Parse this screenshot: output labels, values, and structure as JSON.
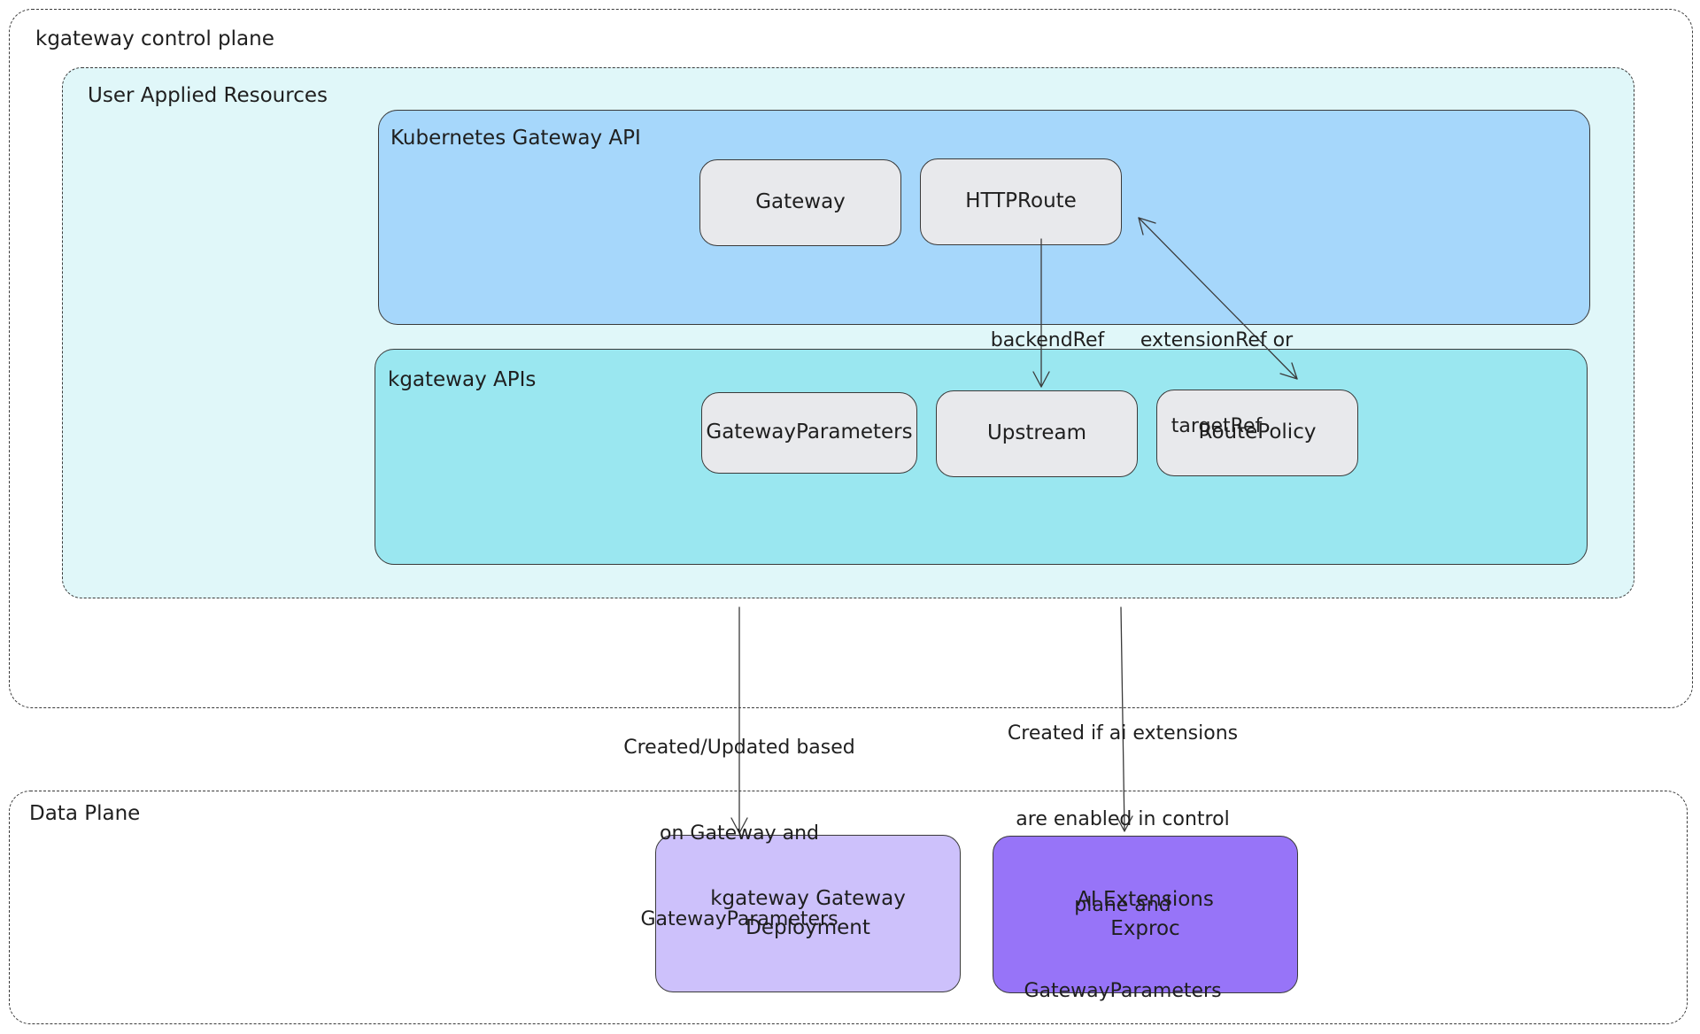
{
  "control_plane": {
    "title": "kgateway control plane"
  },
  "user_applied": {
    "title": "User Applied Resources"
  },
  "k8s_gateway_api": {
    "title": "Kubernetes Gateway API",
    "nodes": {
      "gateway": "Gateway",
      "httproute": "HTTPRoute"
    }
  },
  "kgateway_apis": {
    "title": "kgateway APIs",
    "nodes": {
      "gateway_parameters": "GatewayParameters",
      "upstream": "Upstream",
      "route_policy": "RoutePolicy"
    }
  },
  "data_plane": {
    "title": "Data Plane",
    "nodes": {
      "gateway_deployment_line1": "kgateway Gateway",
      "gateway_deployment_line2": "Deployment",
      "ai_extensions_line1": "AI Extensions",
      "ai_extensions_line2": "Exproc"
    }
  },
  "edges": {
    "backend_ref": "backendRef",
    "extension_ref_line1": "extensionRef or",
    "extension_ref_line2": "targetRef",
    "created_updated_line1": "Created/Updated based",
    "created_updated_line2": "on Gateway and",
    "created_updated_line3": "GatewayParameters",
    "created_ai_line1": "Created if ai extensions",
    "created_ai_line2": "are enabled in control",
    "created_ai_line3": "plane and",
    "created_ai_line4": "GatewayParameters"
  },
  "colors": {
    "user_applied_fill": "#e0f7f9",
    "k8s_api_fill": "#a6d7fb",
    "kgateway_apis_fill": "#9ae7f0",
    "node_fill": "#e8e9ec",
    "deployment_fill": "#cdc1fb",
    "ai_extensions_fill": "#9774f8",
    "stroke": "#3a3a3a"
  }
}
